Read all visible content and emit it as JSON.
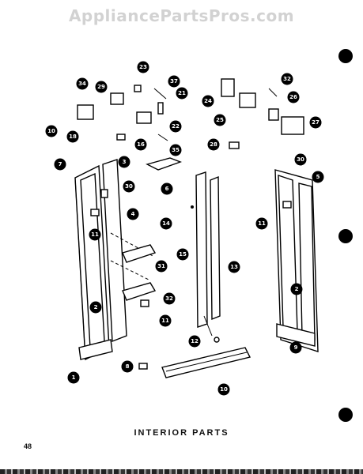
{
  "watermark": "AppliancePartsPros.com",
  "caption": "INTERIOR PARTS",
  "page_number": "48",
  "callouts": [
    "34",
    "29",
    "23",
    "37",
    "21",
    "22",
    "35",
    "16",
    "10",
    "18",
    "24",
    "25",
    "32",
    "26",
    "27",
    "28",
    "30",
    "7",
    "3",
    "30",
    "6",
    "4",
    "14",
    "5",
    "11",
    "31",
    "15",
    "13",
    "11",
    "2",
    "32",
    "11",
    "2",
    "12",
    "9",
    "1",
    "8",
    "10"
  ]
}
